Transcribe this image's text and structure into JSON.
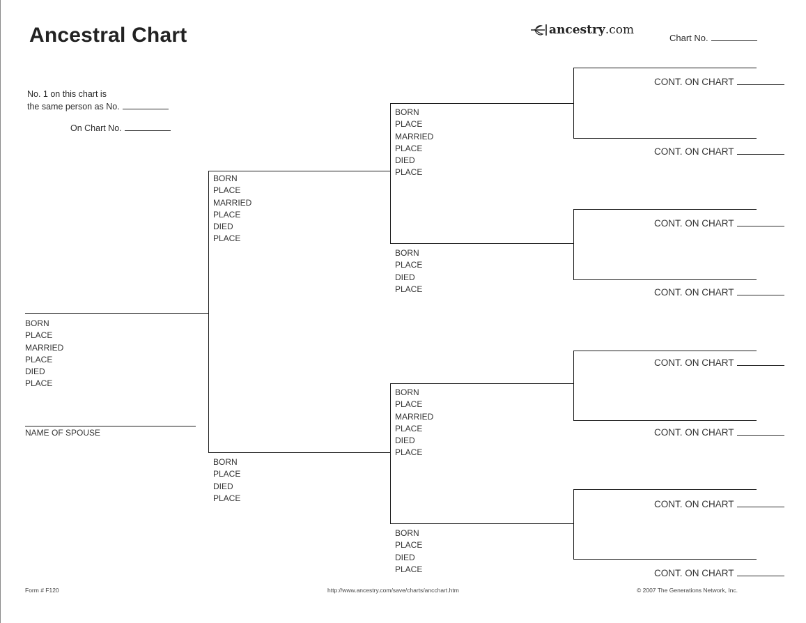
{
  "header": {
    "title": "Ancestral Chart",
    "logo_prefix": "ancestry",
    "logo_suffix": ".com",
    "chart_no_label": "Chart No."
  },
  "intro": {
    "line1": "No. 1 on this chart is",
    "line2": "the same person as No.",
    "on_chart_label": "On Chart No."
  },
  "labels": {
    "born": "BORN",
    "place": "PLACE",
    "married": "MARRIED",
    "died": "DIED",
    "name_of_spouse": "NAME OF SPOUSE",
    "cont_on_chart": "CONT. ON CHART"
  },
  "footer": {
    "form_no": "Form # F120",
    "url": "http://www.ancestry.com/save/charts/ancchart.htm",
    "copyright": "© 2007 The Generations Network, Inc."
  },
  "colors": {
    "lines": "#1a1a1a",
    "text": "#2a2a2a"
  }
}
